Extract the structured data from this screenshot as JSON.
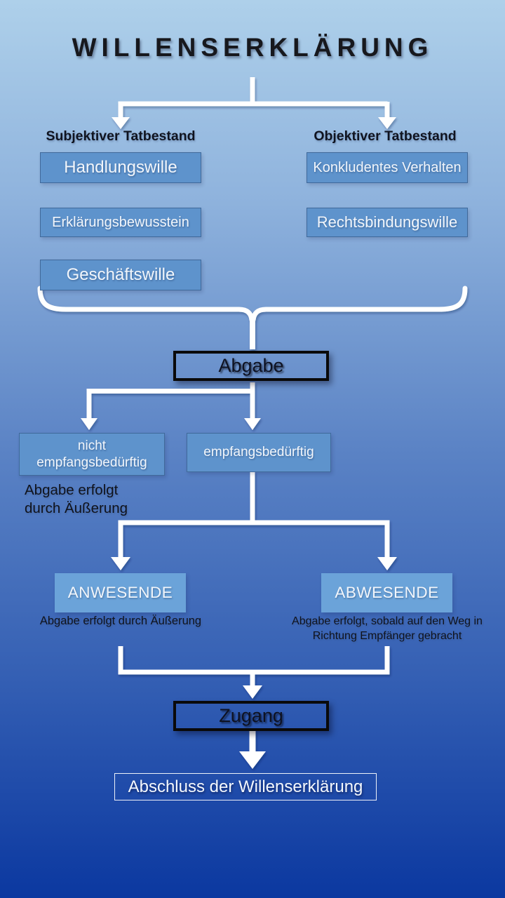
{
  "title": "WILLENSERKLÄRUNG",
  "top": {
    "left_label": "Subjektiver Tatbestand",
    "right_label": "Objektiver Tatbestand",
    "left_boxes": [
      "Handlungswille",
      "Erklärungsbewusstein",
      "Geschäftswille"
    ],
    "right_boxes": [
      "Konkludentes Verhalten",
      "Rechtsbindungswille"
    ]
  },
  "abgabe": {
    "label": "Abgabe"
  },
  "dispatch": {
    "left_box": "nicht empfangsbedürftig",
    "left_note": "Abgabe erfolgt durch Äußerung",
    "right_box": "empfangsbedürftig"
  },
  "recipients": {
    "left_box": "ANWESENDE",
    "left_note": "Abgabe erfolgt durch Äußerung",
    "right_box": "ABWESENDE",
    "right_note": "Abgabe erfolgt, sobald auf den Weg in Richtung Empfänger gebracht"
  },
  "zugang": {
    "label": "Zugang"
  },
  "result": {
    "label": "Abschluss der Willenserklärung"
  },
  "colors": {
    "background_top": "#aed0ea",
    "background_middle": "#5b83c5",
    "background_bottom": "#0b38a0",
    "box_fill": "#5e93cc",
    "box_border": "#40699a",
    "box_fill_light": "#6ba3d9",
    "connector": "#ffffff",
    "outline_box_border": "#0a0a0a",
    "text_light": "#f2f6fb",
    "text_dark": "#10131c"
  }
}
